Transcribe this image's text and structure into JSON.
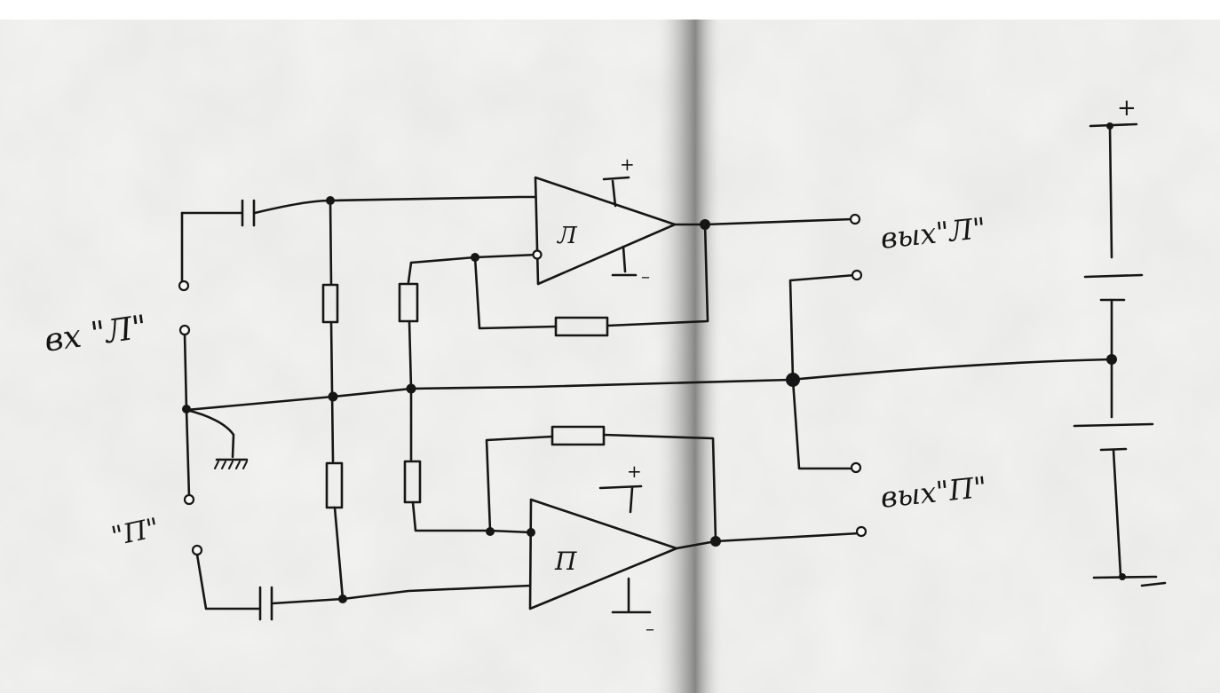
{
  "labels": {
    "input_left": "вх \"Л\"",
    "input_right": "\"П\"",
    "output_left": "вых\"Л\"",
    "output_right": "вых\"П\"",
    "amp_left": "Л",
    "amp_right": "П",
    "supply_plus": "+",
    "supply_minus": "–"
  },
  "colors": {
    "ink": "#161616",
    "paper": "#f2f2f0",
    "fold_shadow": "#8a8a88"
  }
}
